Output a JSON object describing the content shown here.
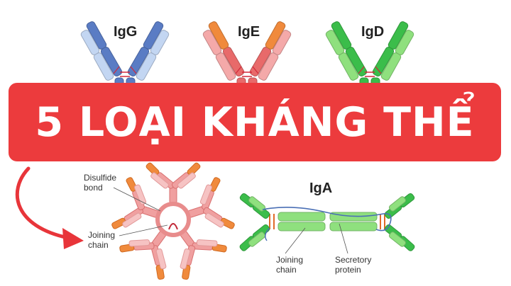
{
  "banner": {
    "title": "5 LOẠI KHÁNG THỂ",
    "color": "#ec3b3d"
  },
  "antibodies": {
    "igg": {
      "name": "IgG",
      "colors": {
        "outer": "#5a7cc4",
        "inner": "#c3d6f2"
      }
    },
    "ige": {
      "name": "IgE",
      "colors": {
        "tip": "#f08a3c",
        "body": "#e86a6a"
      }
    },
    "igd": {
      "name": "IgD",
      "colors": {
        "outer": "#3bbd4a",
        "inner": "#8fe07e"
      }
    },
    "igm": {
      "labels": {
        "disulfide_bond": "Disulfide\nbond",
        "joining_chain": "Joining\nchain"
      },
      "colors": {
        "body": "#f0a0a0",
        "tip": "#f08a3c"
      }
    },
    "iga": {
      "name": "IgA",
      "labels": {
        "joining_chain": "Joining\nchain",
        "secretory_protein": "Secretory\nprotein"
      },
      "colors": {
        "outer": "#3bbd4a",
        "inner": "#8fe07e"
      }
    }
  },
  "arrow": {
    "color": "#e8353a"
  }
}
